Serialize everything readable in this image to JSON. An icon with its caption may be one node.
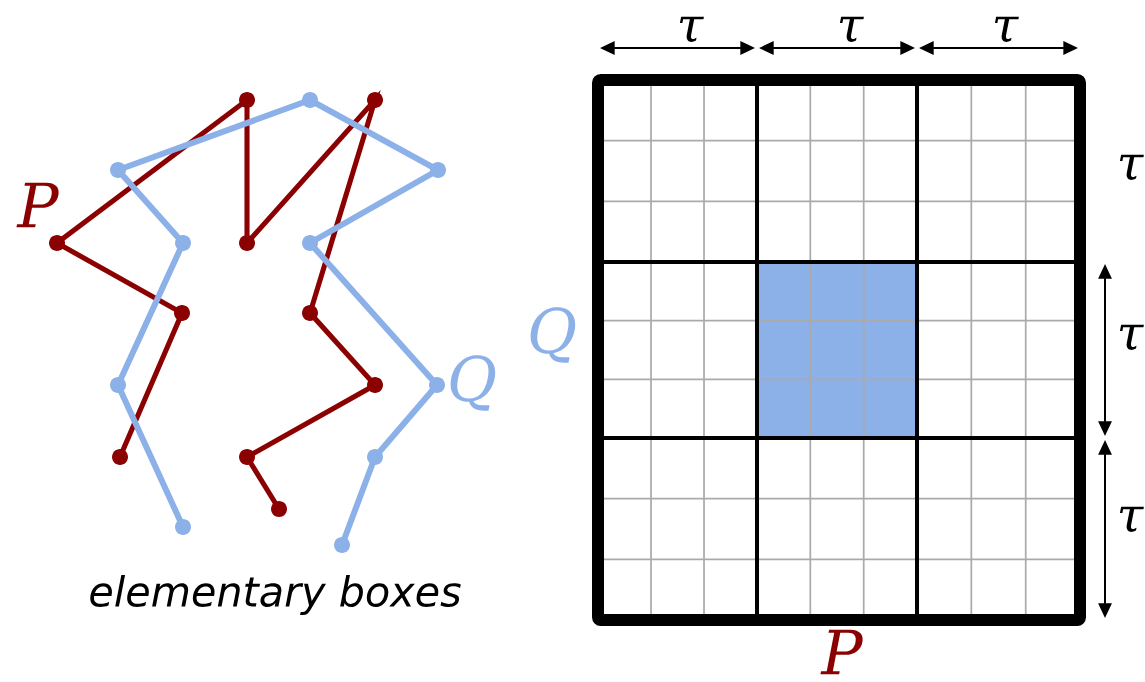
{
  "diagram": {
    "labels": [
      "τ",
      "τ",
      "τ",
      "τ",
      "P",
      "Q",
      "Q",
      "τ",
      "τ",
      "elementary boxes",
      "P"
    ]
  }
}
